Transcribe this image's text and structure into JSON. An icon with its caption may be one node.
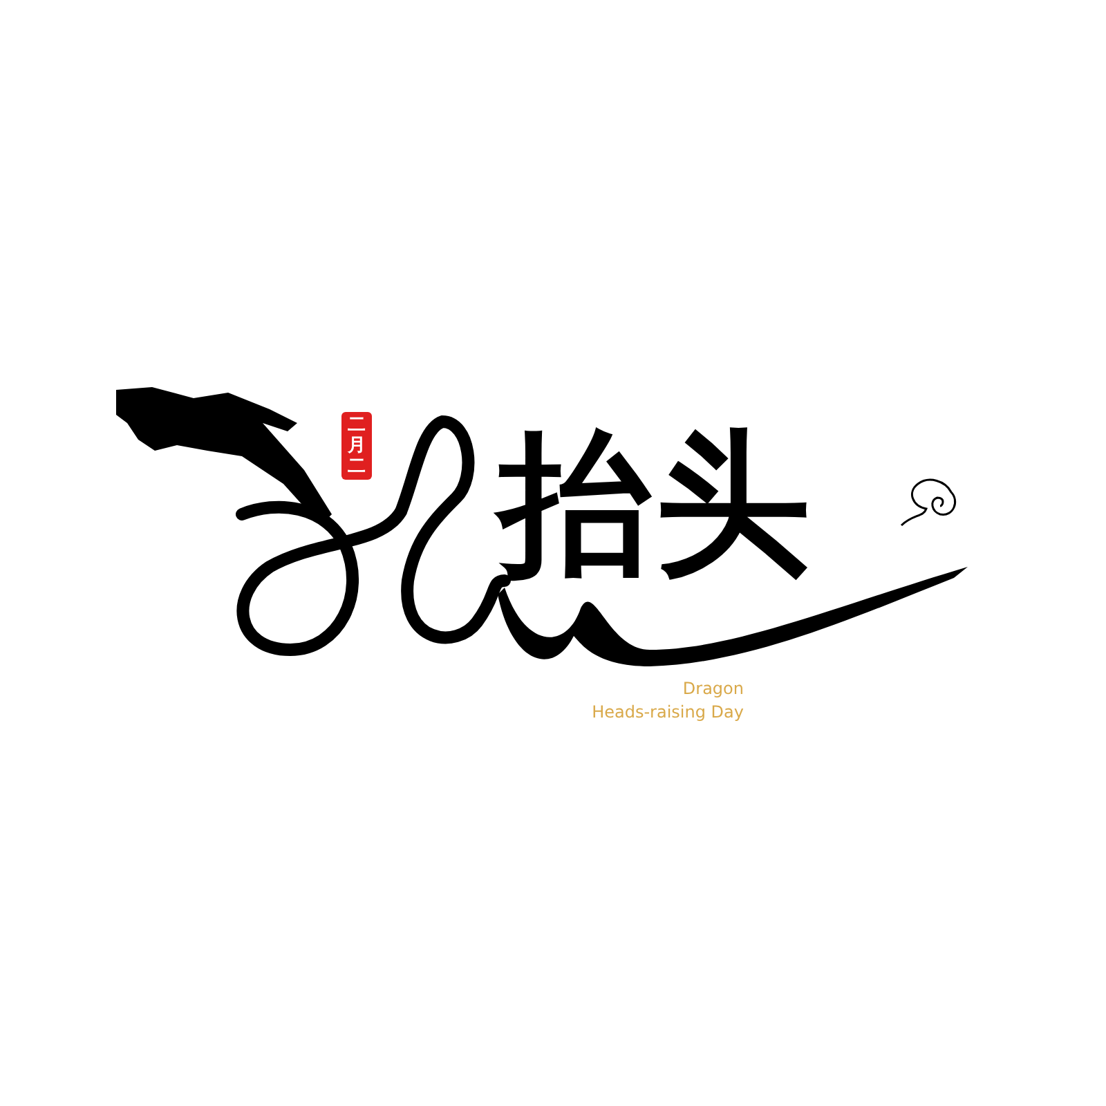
{
  "diagram": {
    "labels": [
      "二月二",
      "抬头",
      "Dragon Heads-raising Day"
    ]
  }
}
